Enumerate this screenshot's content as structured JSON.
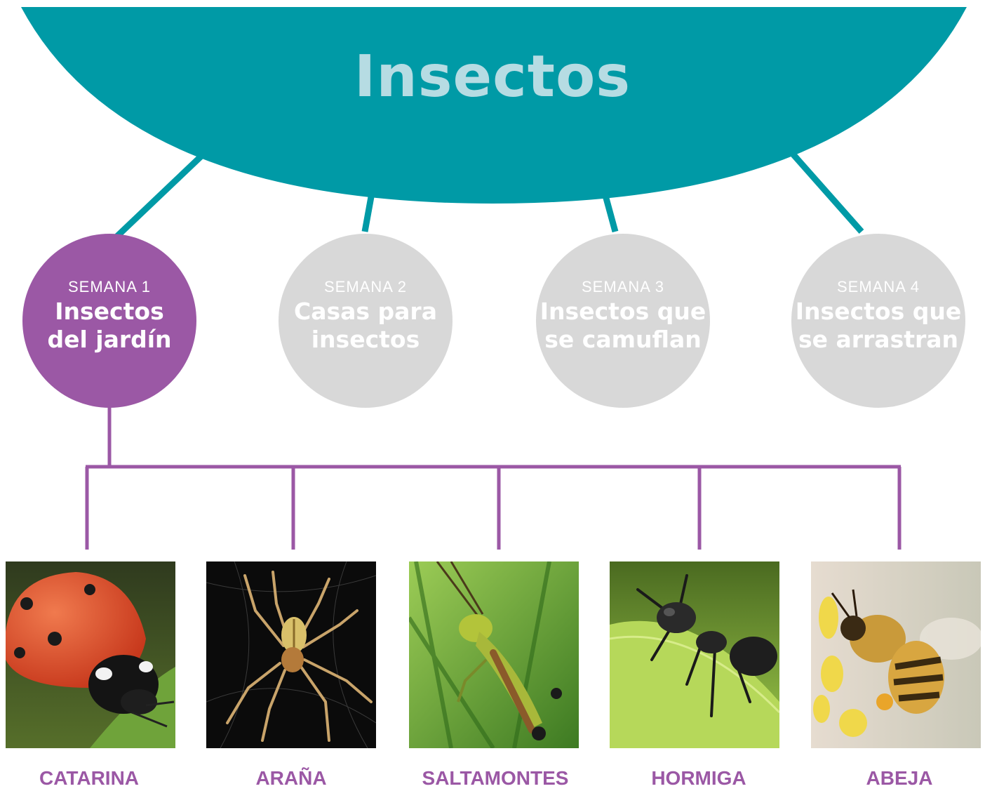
{
  "title": "Insectos",
  "colors": {
    "teal": "#009aa6",
    "title_text": "#b6dce3",
    "purple": "#9b58a5",
    "inactive_gray": "#d8d8d8"
  },
  "weeks": [
    {
      "label": "SEMANA 1",
      "title_line1": "Insectos",
      "title_line2": "del jardín",
      "active": true
    },
    {
      "label": "SEMANA 2",
      "title_line1": "Casas para",
      "title_line2": "insectos",
      "active": false
    },
    {
      "label": "SEMANA 3",
      "title_line1": "Insectos que",
      "title_line2": "se camuflan",
      "active": false
    },
    {
      "label": "SEMANA 4",
      "title_line1": "Insectos que",
      "title_line2": "se arrastran",
      "active": false
    }
  ],
  "insects": [
    {
      "name": "CATARINA",
      "icon": "ladybug-photo"
    },
    {
      "name": "ARAÑA",
      "icon": "spider-photo"
    },
    {
      "name": "SALTAMONTES",
      "icon": "grasshopper-photo"
    },
    {
      "name": "HORMIGA",
      "icon": "ant-photo"
    },
    {
      "name": "ABEJA",
      "icon": "bee-photo"
    }
  ]
}
